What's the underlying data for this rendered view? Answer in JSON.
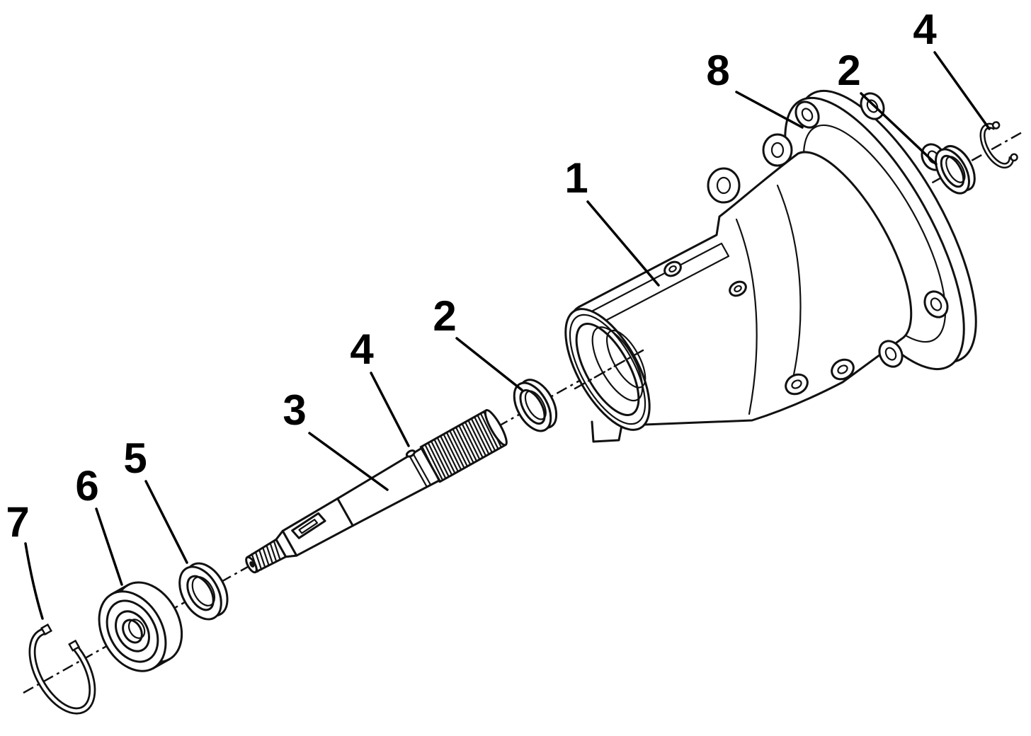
{
  "figure": {
    "background": "#ffffff",
    "line_color": "#111111",
    "callouts": [
      {
        "id": "housing",
        "label": "1"
      },
      {
        "id": "washer-front",
        "label": "2"
      },
      {
        "id": "shaft",
        "label": "3"
      },
      {
        "id": "shaft-ring",
        "label": "4"
      },
      {
        "id": "flat-washer",
        "label": "5"
      },
      {
        "id": "bearing",
        "label": "6"
      },
      {
        "id": "snap-ring-left",
        "label": "7"
      },
      {
        "id": "housing-flange",
        "label": "8"
      },
      {
        "id": "washer-rear",
        "label": "2"
      },
      {
        "id": "snap-ring-right",
        "label": "4"
      }
    ]
  }
}
